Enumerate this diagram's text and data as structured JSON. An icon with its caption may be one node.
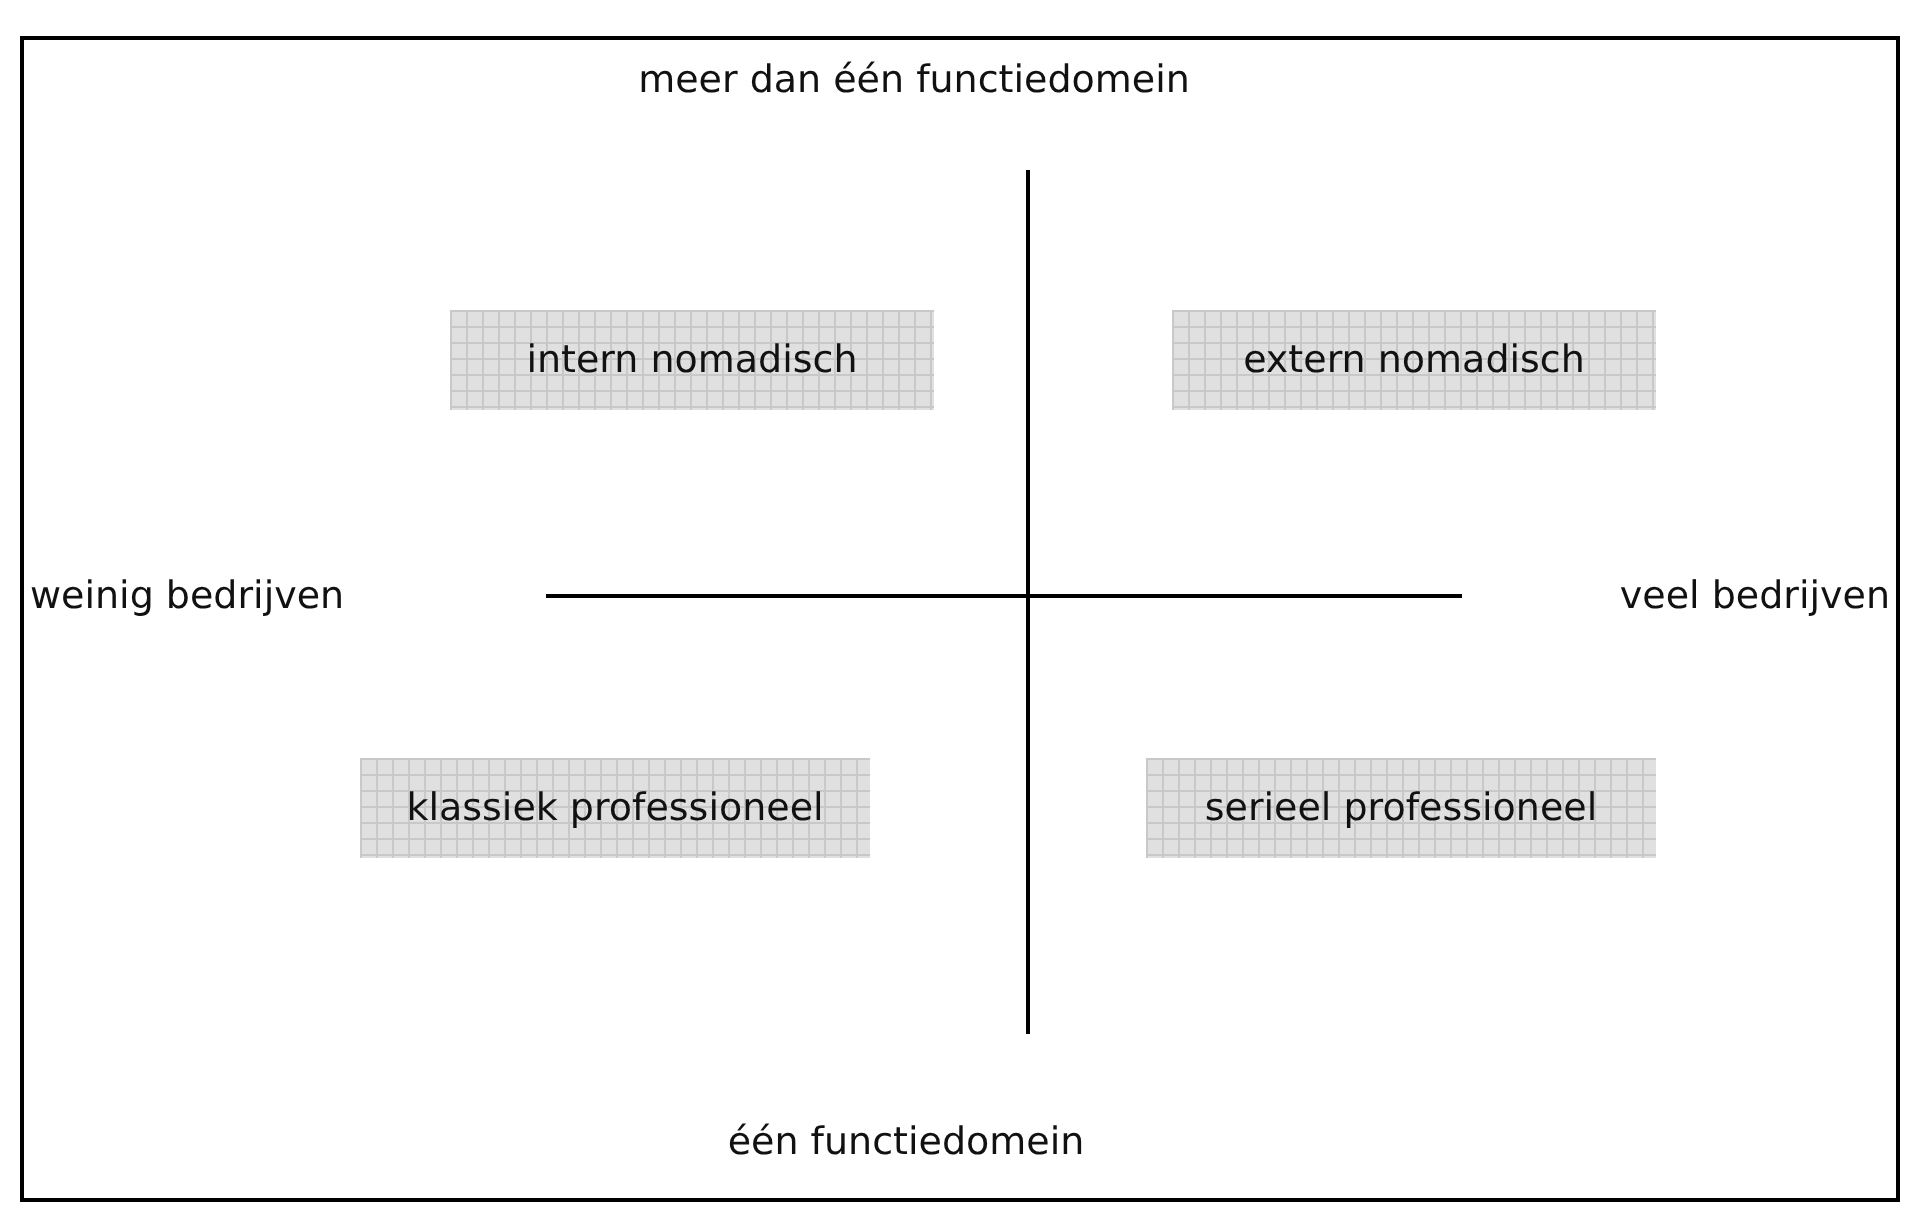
{
  "diagram": {
    "nodes": [
      {
        "text": [
          "intern nomadisch"
        ]
      },
      {
        "text": [
          "extern nomadisch"
        ]
      },
      {
        "text": [
          "klassiek professioneel"
        ]
      },
      {
        "text": [
          "serieel professioneel"
        ]
      }
    ],
    "labels": [
      "meer dan één functiedomein",
      "weinig bedrijven",
      "veel bedrijven",
      "één functiedomein"
    ]
  }
}
